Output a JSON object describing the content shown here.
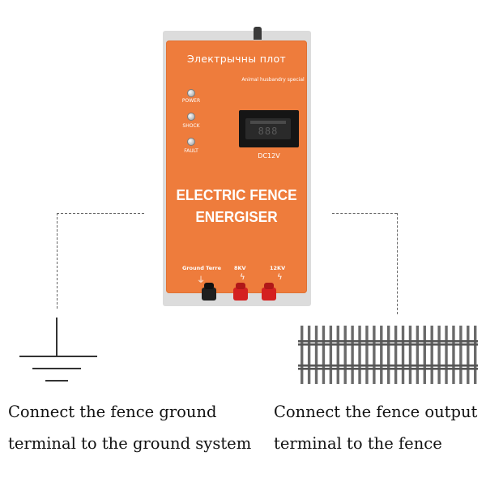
{
  "device": {
    "brand_text": "Электрычны плот",
    "special_text": "Animal husbandry special",
    "indicators": [
      {
        "label": "POWER"
      },
      {
        "label": "SHOCK"
      },
      {
        "label": "FAULT"
      }
    ],
    "display_digits": "888",
    "voltage_label": "DC12V",
    "title_line1": "ELECTRIC FENCE",
    "title_line2": "ENERGISER",
    "terminals": [
      {
        "label": "Ground Terre",
        "symbol": "⏚"
      },
      {
        "label": "8KV",
        "symbol": "ϟ"
      },
      {
        "label": "12KV",
        "symbol": "ϟ"
      }
    ],
    "colors": {
      "body": "#ee7c3c",
      "terminal_red": "#d42020",
      "terminal_black": "#1f1f1f"
    }
  },
  "captions": {
    "ground": {
      "line1": "Connect the fence ground",
      "line2": "terminal to the ground system"
    },
    "fence": {
      "line1": "Connect the fence output",
      "line2": "terminal to the fence"
    }
  }
}
